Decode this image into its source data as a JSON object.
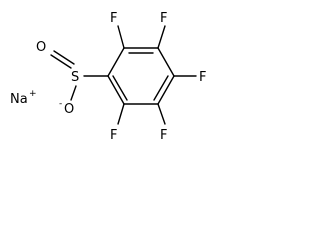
{
  "molecule": {
    "ring_substituents": {
      "f_top_left": "F",
      "f_top_right": "F",
      "f_right": "F",
      "f_bottom_right": "F",
      "f_bottom_left": "F"
    },
    "sulfinate": {
      "sulfur": "S",
      "oxygen_double": "O",
      "oxygen_single": "O",
      "oxygen_charge": "-"
    },
    "counterion": {
      "symbol": "Na",
      "charge": "+"
    }
  }
}
